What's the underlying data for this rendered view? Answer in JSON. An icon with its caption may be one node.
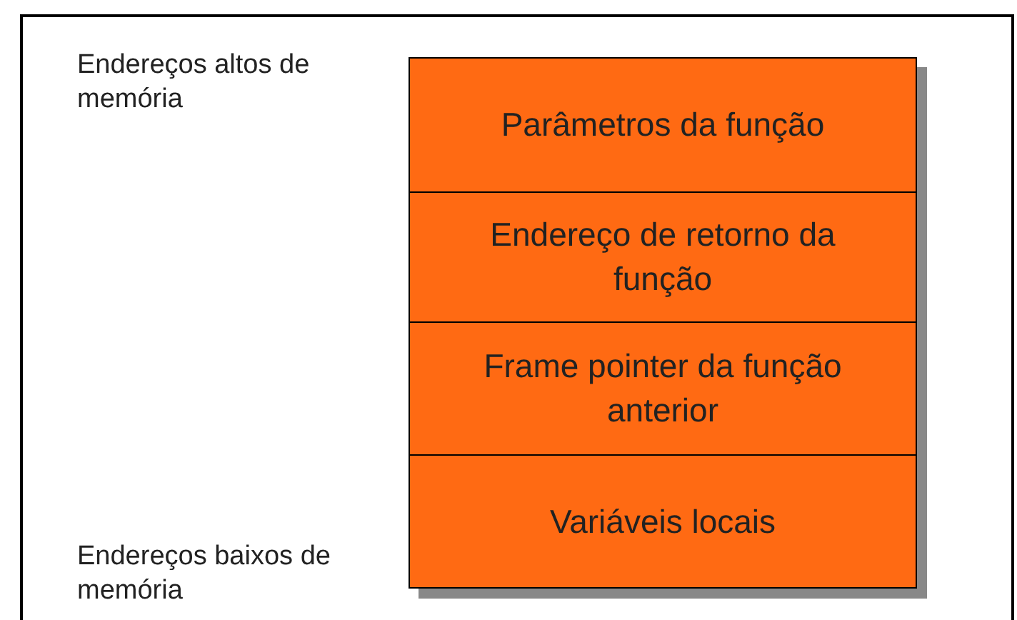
{
  "diagram": {
    "nodes": [
      {
        "text": [
          "Parâmetros da função"
        ]
      },
      {
        "text": [
          "Endereço de retorno da função"
        ]
      },
      {
        "text": [
          "Frame pointer da função anterior"
        ]
      },
      {
        "text": [
          "Variáveis locais"
        ]
      }
    ],
    "labels": [
      "Endereços altos de memória",
      "Endereços baixos de memória"
    ]
  }
}
